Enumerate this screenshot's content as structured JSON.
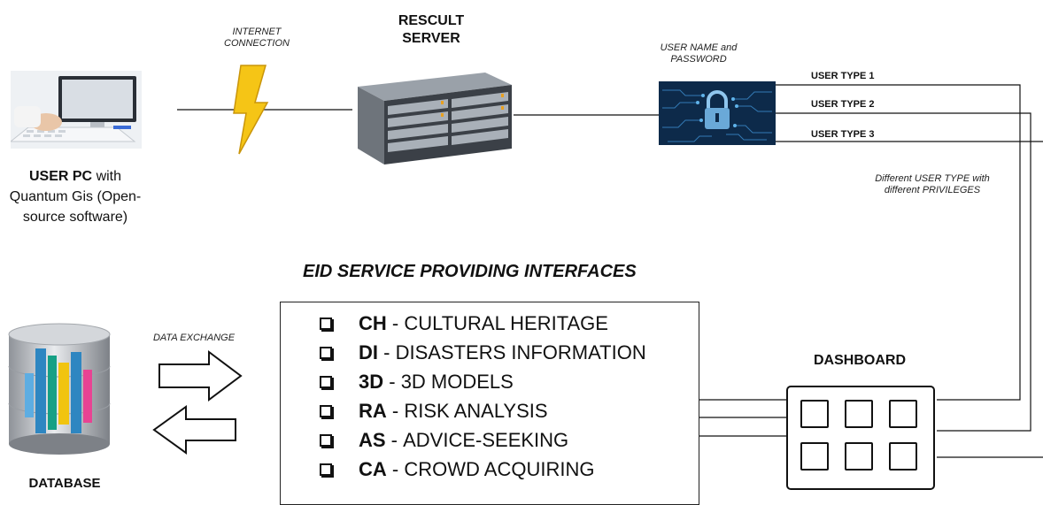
{
  "labels": {
    "internet_connection": "INTERNET CONNECTION",
    "server_title": "RESCULT SERVER",
    "user_name_password": "USER NAME and PASSWORD",
    "user_type_1": "USER TYPE 1",
    "user_type_2": "USER TYPE 2",
    "user_type_3": "USER TYPE 3",
    "privileges_note": "Different USER TYPE with different PRIVILEGES",
    "user_pc_bold": "USER PC",
    "user_pc_rest": "with Quantum Gis (Open-source software)",
    "interfaces_title": "EID SERVICE PROVIDING INTERFACES",
    "data_exchange": "DATA EXCHANGE",
    "dashboard": "DASHBOARD",
    "database": "DATABASE"
  },
  "services": [
    {
      "code": "CH",
      "sep": " - ",
      "name": "CULTURAL HERITAGE"
    },
    {
      "code": "DI",
      "sep": " - ",
      "name": "DISASTERS INFORMATION"
    },
    {
      "code": "3D",
      "sep": " - ",
      "name": "3D MODELS"
    },
    {
      "code": "RA",
      "sep": " - ",
      "name": "RISK ANALYSIS"
    },
    {
      "code": "AS",
      "sep": " - ",
      "name": "ADVICE-SEEKING"
    },
    {
      "code": "CA",
      "sep": " - ",
      "name": "CROWD ACQUIRING"
    }
  ],
  "colors": {
    "lightning": "#f5c516",
    "lock_panel": "#0d2a4a",
    "circuit": "#3a88c8",
    "line": "#111111"
  },
  "icons": [
    "computer-icon",
    "lightning-icon",
    "server-icon",
    "lock-icon",
    "database-icon",
    "arrow-right-icon",
    "arrow-left-icon",
    "dashboard-icon"
  ]
}
